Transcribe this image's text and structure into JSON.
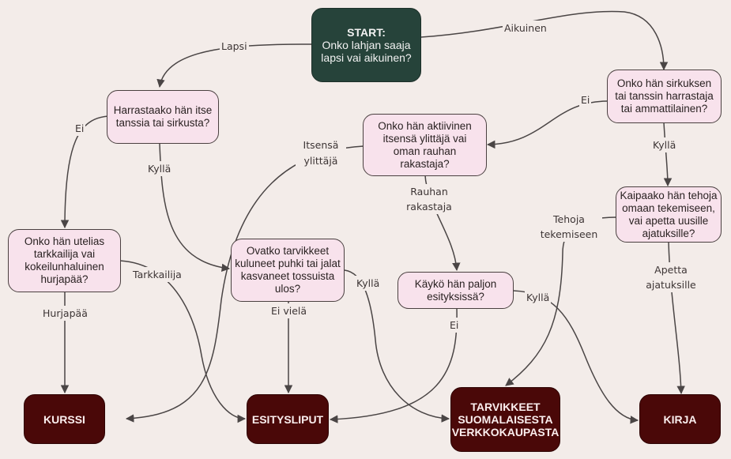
{
  "colors": {
    "background": "#f3ece9",
    "start_fill": "#26433a",
    "question_fill": "#f8e2ec",
    "result_fill": "#4a0808",
    "edge": "#4a4545"
  },
  "nodes": {
    "start": {
      "title": "START:",
      "text": "Onko lahjan saaja lapsi vai aikuinen?"
    },
    "q_harrastaako": {
      "text": "Harrastaako hän itse tanssia tai sirkusta?"
    },
    "q_sirkus_tanssi": {
      "text": "Onko hän sirkuksen tai tanssin harrastaja tai ammattilainen?"
    },
    "q_aktiivinen": {
      "text": "Onko hän aktiivinen itsensä ylittäjä vai oman rauhan rakastaja?"
    },
    "q_tehoja": {
      "text": "Kaipaako hän tehoja omaan tekemiseen, vai apetta uusille ajatuksille?"
    },
    "q_utelias": {
      "text": "Onko hän utelias tarkkailija vai kokeilunhaluinen hurjapää?"
    },
    "q_tarvikkeet": {
      "text": "Ovatko tarvikkeet kuluneet puhki tai jalat kasvaneet tossuista ulos?"
    },
    "q_esitykset": {
      "text": "Käykö hän paljon esityksissä?"
    },
    "r_kurssi": {
      "text": "KURSSI"
    },
    "r_esitysliput": {
      "text": "ESITYSLIPUT"
    },
    "r_tarvikkeet": {
      "text": "TARVIKKEET SUOMALAISESTA VERKKOKAUPASTA"
    },
    "r_kirja": {
      "text": "KIRJA"
    }
  },
  "edge_labels": {
    "lapsi": "Lapsi",
    "aikuinen": "Aikuinen",
    "ei_harrasta": "Ei",
    "kylla_harrastaa": "Kyllä",
    "ei_sirkus": "Ei",
    "kylla_sirkus": "Kyllä",
    "itsensa_ylittaja": "Itsensä ylittäjä",
    "rauhan_rakastaja": "Rauhan rakastaja",
    "tehoja": "Tehoja tekemiseen",
    "apetta": "Apetta ajatuksille",
    "tarkkailija": "Tarkkailija",
    "hurjapaa": "Hurjapää",
    "kylla_tarvikkeet": "Kyllä",
    "ei_viela": "Ei vielä",
    "kylla_esitykset": "Kyllä",
    "ei_esitykset": "Ei"
  }
}
